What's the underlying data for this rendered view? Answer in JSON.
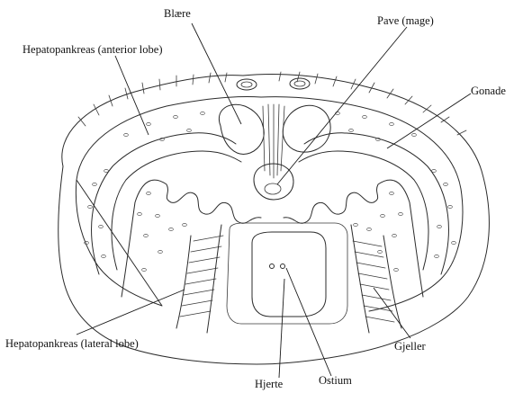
{
  "labels": {
    "blaere": "Blære",
    "pave": "Pave (mage)",
    "hepato_anterior": "Hepatopankreas (anterior lobe)",
    "gonade": "Gonade",
    "hepato_lateral": "Hepatopankreas (lateral lobe)",
    "gjeller": "Gjeller",
    "hjerte": "Hjerte",
    "ostium": "Ostium"
  },
  "colors": {
    "ink": "#2b2b2b",
    "background": "#ffffff"
  }
}
